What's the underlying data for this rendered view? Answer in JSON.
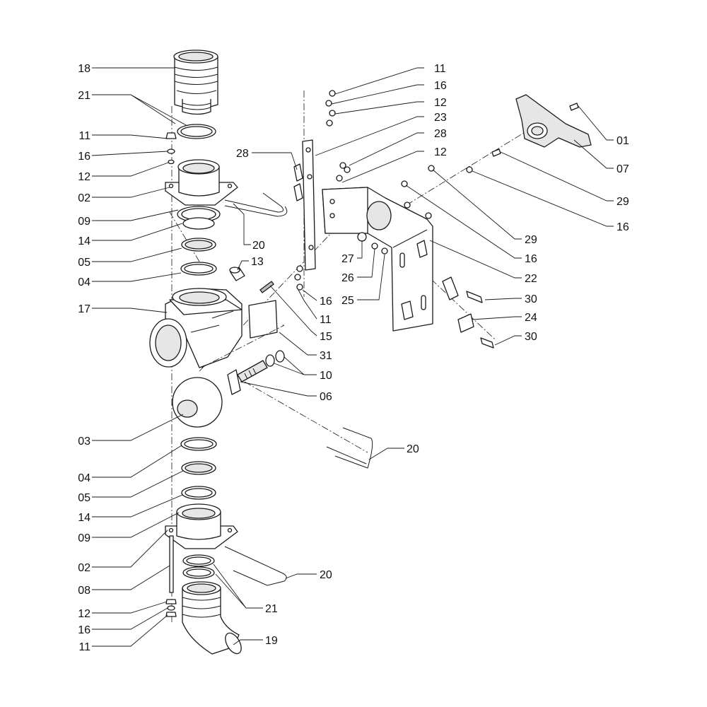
{
  "diagram": {
    "callouts": [
      {
        "id": "c-18a",
        "text": "18"
      },
      {
        "id": "c-21a",
        "text": "21"
      },
      {
        "id": "c-11a",
        "text": "11"
      },
      {
        "id": "c-16a",
        "text": "16"
      },
      {
        "id": "c-12a",
        "text": "12"
      },
      {
        "id": "c-02a",
        "text": "02"
      },
      {
        "id": "c-09a",
        "text": "09"
      },
      {
        "id": "c-14a",
        "text": "14"
      },
      {
        "id": "c-05a",
        "text": "05"
      },
      {
        "id": "c-04a",
        "text": "04"
      },
      {
        "id": "c-17",
        "text": "17"
      },
      {
        "id": "c-03",
        "text": "03"
      },
      {
        "id": "c-04b",
        "text": "04"
      },
      {
        "id": "c-05b",
        "text": "05"
      },
      {
        "id": "c-14b",
        "text": "14"
      },
      {
        "id": "c-09b",
        "text": "09"
      },
      {
        "id": "c-02b",
        "text": "02"
      },
      {
        "id": "c-08",
        "text": "08"
      },
      {
        "id": "c-12b",
        "text": "12"
      },
      {
        "id": "c-16b",
        "text": "16"
      },
      {
        "id": "c-11b",
        "text": "11"
      },
      {
        "id": "c-28a",
        "text": "28"
      },
      {
        "id": "c-20a",
        "text": "20"
      },
      {
        "id": "c-13",
        "text": "13"
      },
      {
        "id": "c-16c",
        "text": "16"
      },
      {
        "id": "c-11c",
        "text": "11"
      },
      {
        "id": "c-15",
        "text": "15"
      },
      {
        "id": "c-31",
        "text": "31"
      },
      {
        "id": "c-10",
        "text": "10"
      },
      {
        "id": "c-06",
        "text": "06"
      },
      {
        "id": "c-20b",
        "text": "20"
      },
      {
        "id": "c-20c",
        "text": "20"
      },
      {
        "id": "c-21b",
        "text": "21"
      },
      {
        "id": "c-19",
        "text": "19"
      },
      {
        "id": "c-11d",
        "text": "11"
      },
      {
        "id": "c-16d",
        "text": "16"
      },
      {
        "id": "c-12c",
        "text": "12"
      },
      {
        "id": "c-23",
        "text": "23"
      },
      {
        "id": "c-28b",
        "text": "28"
      },
      {
        "id": "c-12d",
        "text": "12"
      },
      {
        "id": "c-27",
        "text": "27"
      },
      {
        "id": "c-26",
        "text": "26"
      },
      {
        "id": "c-25",
        "text": "25"
      },
      {
        "id": "c-29a",
        "text": "29"
      },
      {
        "id": "c-16e",
        "text": "16"
      },
      {
        "id": "c-22",
        "text": "22"
      },
      {
        "id": "c-30a",
        "text": "30"
      },
      {
        "id": "c-24",
        "text": "24"
      },
      {
        "id": "c-30b",
        "text": "30"
      },
      {
        "id": "c-01",
        "text": "01"
      },
      {
        "id": "c-07",
        "text": "07"
      },
      {
        "id": "c-29b",
        "text": "29"
      },
      {
        "id": "c-16f",
        "text": "16"
      }
    ]
  }
}
